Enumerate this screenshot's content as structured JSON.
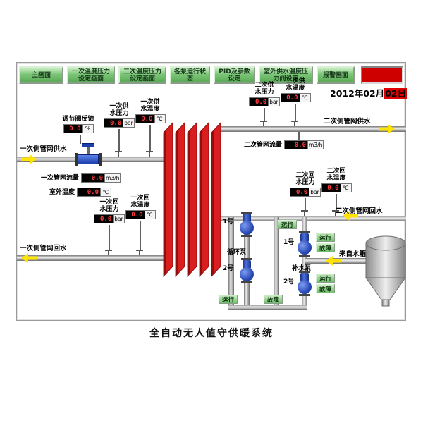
{
  "toolbar": {
    "buttons": [
      "主画面",
      "一次温度压力设定画面",
      "二次温度压力设定画面",
      "各泵运行状态",
      "PID及参数设定",
      "室外供水温度压力阀设定",
      "报警画面"
    ],
    "alarm_lamp_color": "#cf0000"
  },
  "header": {
    "date_ym": "2012年02月",
    "date_day": "02日"
  },
  "gauges": {
    "valve_feedback": {
      "label": "调节阀反馈",
      "value": "0.0",
      "unit": "%"
    },
    "p_supply_pressure": {
      "label": "一次供水压力",
      "value": "0.0",
      "unit": "bar"
    },
    "p_supply_temp": {
      "label": "一次供水温度",
      "value": "0.0",
      "unit": "℃"
    },
    "s_supply_pressure": {
      "label": "二次供水压力",
      "value": "0.0",
      "unit": "bar"
    },
    "s_supply_temp": {
      "label": "二次供水温度",
      "value": "0.0",
      "unit": "℃"
    },
    "s_flow": {
      "label": "二次管网流量",
      "value": "0.0",
      "unit": "m3/h"
    },
    "p_flow": {
      "label": "一次管网流量",
      "value": "0.0",
      "unit": "m3/h"
    },
    "outdoor_temp": {
      "label": "室外温度",
      "value": "0.0",
      "unit": "℃"
    },
    "p_return_pressure": {
      "label": "一次回水压力",
      "value": "0.0",
      "unit": "bar"
    },
    "p_return_temp": {
      "label": "一次回水温度",
      "value": "0.0",
      "unit": "℃"
    },
    "s_return_pressure": {
      "label": "二次回水压力",
      "value": "0.0",
      "unit": "bar"
    },
    "s_return_temp": {
      "label": "二次回水温度",
      "value": "0.0",
      "unit": "℃"
    }
  },
  "pipes": {
    "primary_supply": "一次侧管网供水",
    "secondary_supply": "二次侧管网供水",
    "primary_return": "一次侧管网回水",
    "secondary_return": "二次侧管网回水",
    "from_tank": "来自水箱"
  },
  "pumps": {
    "circulation": {
      "group": "循环泵",
      "p1": "1号",
      "p2": "2号",
      "p1_run": "运行",
      "run": "运行",
      "fault": "故障"
    },
    "makeup": {
      "group": "补水泵",
      "p1": "1号",
      "p2": "2号",
      "p1_run": "运行",
      "p1_fault": "故障",
      "p2_run": "运行",
      "p2_fault": "故障"
    }
  },
  "footer": {
    "title": "全自动无人值守供暖系统"
  }
}
